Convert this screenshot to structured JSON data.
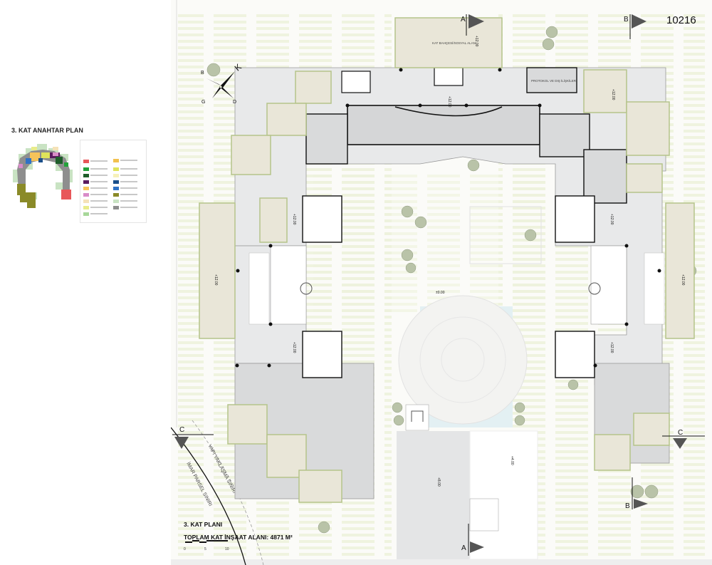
{
  "sheet_number": "10216",
  "key_plan": {
    "title": "3. KAT ANAHTAR PLAN",
    "legend_colors": [
      "#e8575a",
      "#f2c14e",
      "#23a23a",
      "#dfe35a",
      "#1e5e2a",
      "#f6f1b9",
      "#5a1a5e",
      "#1b4f8a",
      "#f6c35a",
      "#2f72c5",
      "#d98cc8",
      "#8a8a28",
      "#f5e2b8",
      "#c9e3c3",
      "#e9ec8a",
      "#8e8e8e",
      "#a8d89a"
    ]
  },
  "plan": {
    "title": "3. KAT PLANI",
    "total_area": "TOPLAM KAT İNŞAAT ALANI: 4871 M²",
    "scale_labels": [
      "0",
      "5",
      "10"
    ],
    "compass": {
      "north": "K",
      "south": "G",
      "east": "D",
      "west": "B"
    },
    "section_markers": [
      "A",
      "A",
      "B",
      "B",
      "C",
      "C"
    ],
    "rooms": {
      "terrace": "KAT BAHÇESİ/SOSYAL ALAN",
      "protocol": "PROTOKOL VE DIŞ İLİŞKİLER"
    },
    "elevations": {
      "floor": "+12.00",
      "courtyard": "±0.00",
      "lower_left": "+8.00",
      "lower_right": "+4.00"
    },
    "boundaries": {
      "parcel": "İMAR PARSEL SINIRI",
      "setback": "YAPI YAKLAŞMA SINIRI"
    }
  }
}
